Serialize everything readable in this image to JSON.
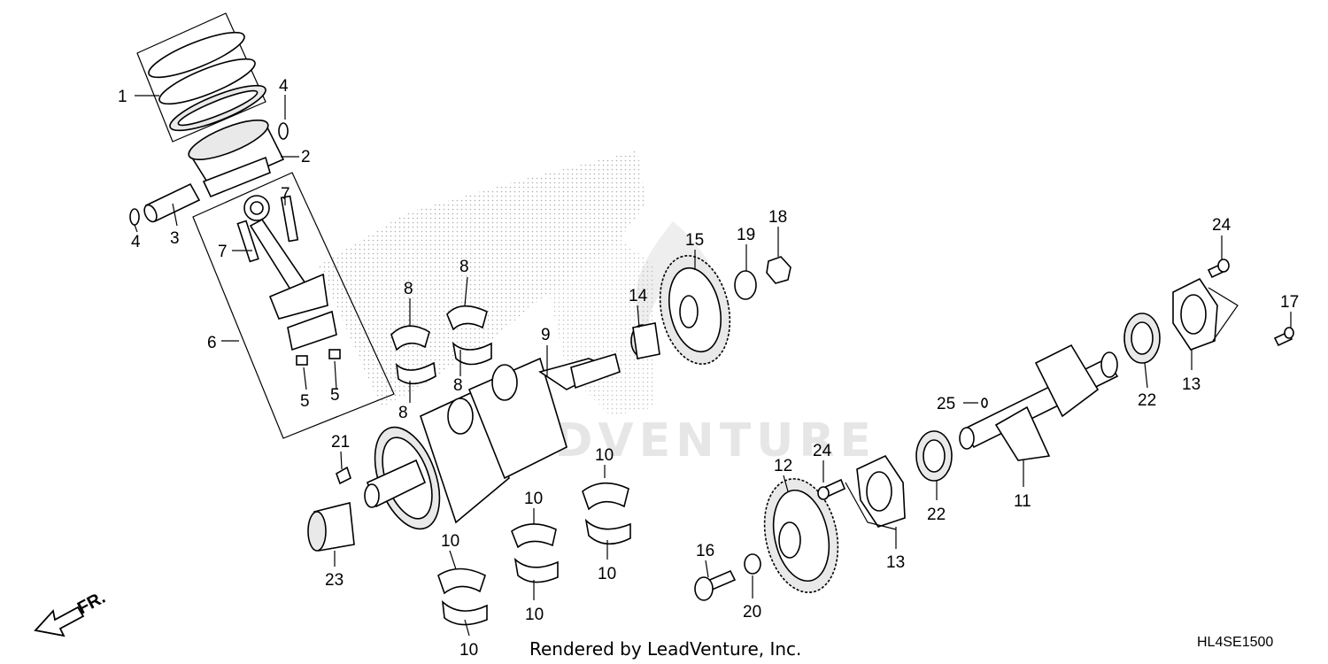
{
  "credit": "Rendered by LeadVenture, Inc.",
  "diagram_code": "HL4SE1500",
  "direction_label": "FR.",
  "watermark_text": "ADVENTURE",
  "callouts": [
    {
      "id": "c1",
      "text": "1"
    },
    {
      "id": "c2",
      "text": "2"
    },
    {
      "id": "c3",
      "text": "3"
    },
    {
      "id": "c4a",
      "text": "4"
    },
    {
      "id": "c4b",
      "text": "4"
    },
    {
      "id": "c5a",
      "text": "5"
    },
    {
      "id": "c5b",
      "text": "5"
    },
    {
      "id": "c6",
      "text": "6"
    },
    {
      "id": "c7a",
      "text": "7"
    },
    {
      "id": "c7b",
      "text": "7"
    },
    {
      "id": "c8a",
      "text": "8"
    },
    {
      "id": "c8b",
      "text": "8"
    },
    {
      "id": "c8c",
      "text": "8"
    },
    {
      "id": "c8d",
      "text": "8"
    },
    {
      "id": "c9",
      "text": "9"
    },
    {
      "id": "c10a",
      "text": "10"
    },
    {
      "id": "c10b",
      "text": "10"
    },
    {
      "id": "c10c",
      "text": "10"
    },
    {
      "id": "c10d",
      "text": "10"
    },
    {
      "id": "c10e",
      "text": "10"
    },
    {
      "id": "c10f",
      "text": "10"
    },
    {
      "id": "c11",
      "text": "11"
    },
    {
      "id": "c12",
      "text": "12"
    },
    {
      "id": "c13a",
      "text": "13"
    },
    {
      "id": "c13b",
      "text": "13"
    },
    {
      "id": "c14",
      "text": "14"
    },
    {
      "id": "c15",
      "text": "15"
    },
    {
      "id": "c16",
      "text": "16"
    },
    {
      "id": "c17",
      "text": "17"
    },
    {
      "id": "c18",
      "text": "18"
    },
    {
      "id": "c19",
      "text": "19"
    },
    {
      "id": "c20",
      "text": "20"
    },
    {
      "id": "c21",
      "text": "21"
    },
    {
      "id": "c22a",
      "text": "22"
    },
    {
      "id": "c22b",
      "text": "22"
    },
    {
      "id": "c23",
      "text": "23"
    },
    {
      "id": "c24a",
      "text": "24"
    },
    {
      "id": "c24b",
      "text": "24"
    },
    {
      "id": "c25",
      "text": "25"
    }
  ]
}
